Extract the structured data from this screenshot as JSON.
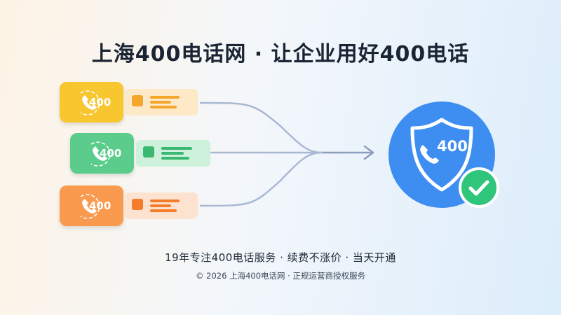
{
  "title": "上海400电话网 · 让企业用好400电话",
  "cards": [
    {
      "label": "400",
      "color": "#f8c62e",
      "doc_color": "#fde8c8",
      "accent": "#f4a72b",
      "icon": "phone-icon"
    },
    {
      "label": "400",
      "color": "#5bcc8c",
      "doc_color": "#cdf1da",
      "accent": "#3bb872",
      "icon": "phone-icon"
    },
    {
      "label": "400",
      "color": "#f99a4e",
      "doc_color": "#fde3cf",
      "accent": "#f57c2a",
      "icon": "phone-icon"
    }
  ],
  "shield": {
    "label": "400",
    "color": "#3d8ef0",
    "check_color": "#2fc57a",
    "icons": [
      "shield-icon",
      "phone-icon",
      "check-icon"
    ]
  },
  "footer": {
    "line1": "19年专注400电话服务 · 续费不涨价 · 当天开通",
    "line2": "© 2026 上海400电话网 · 正规运营商授权服务"
  }
}
